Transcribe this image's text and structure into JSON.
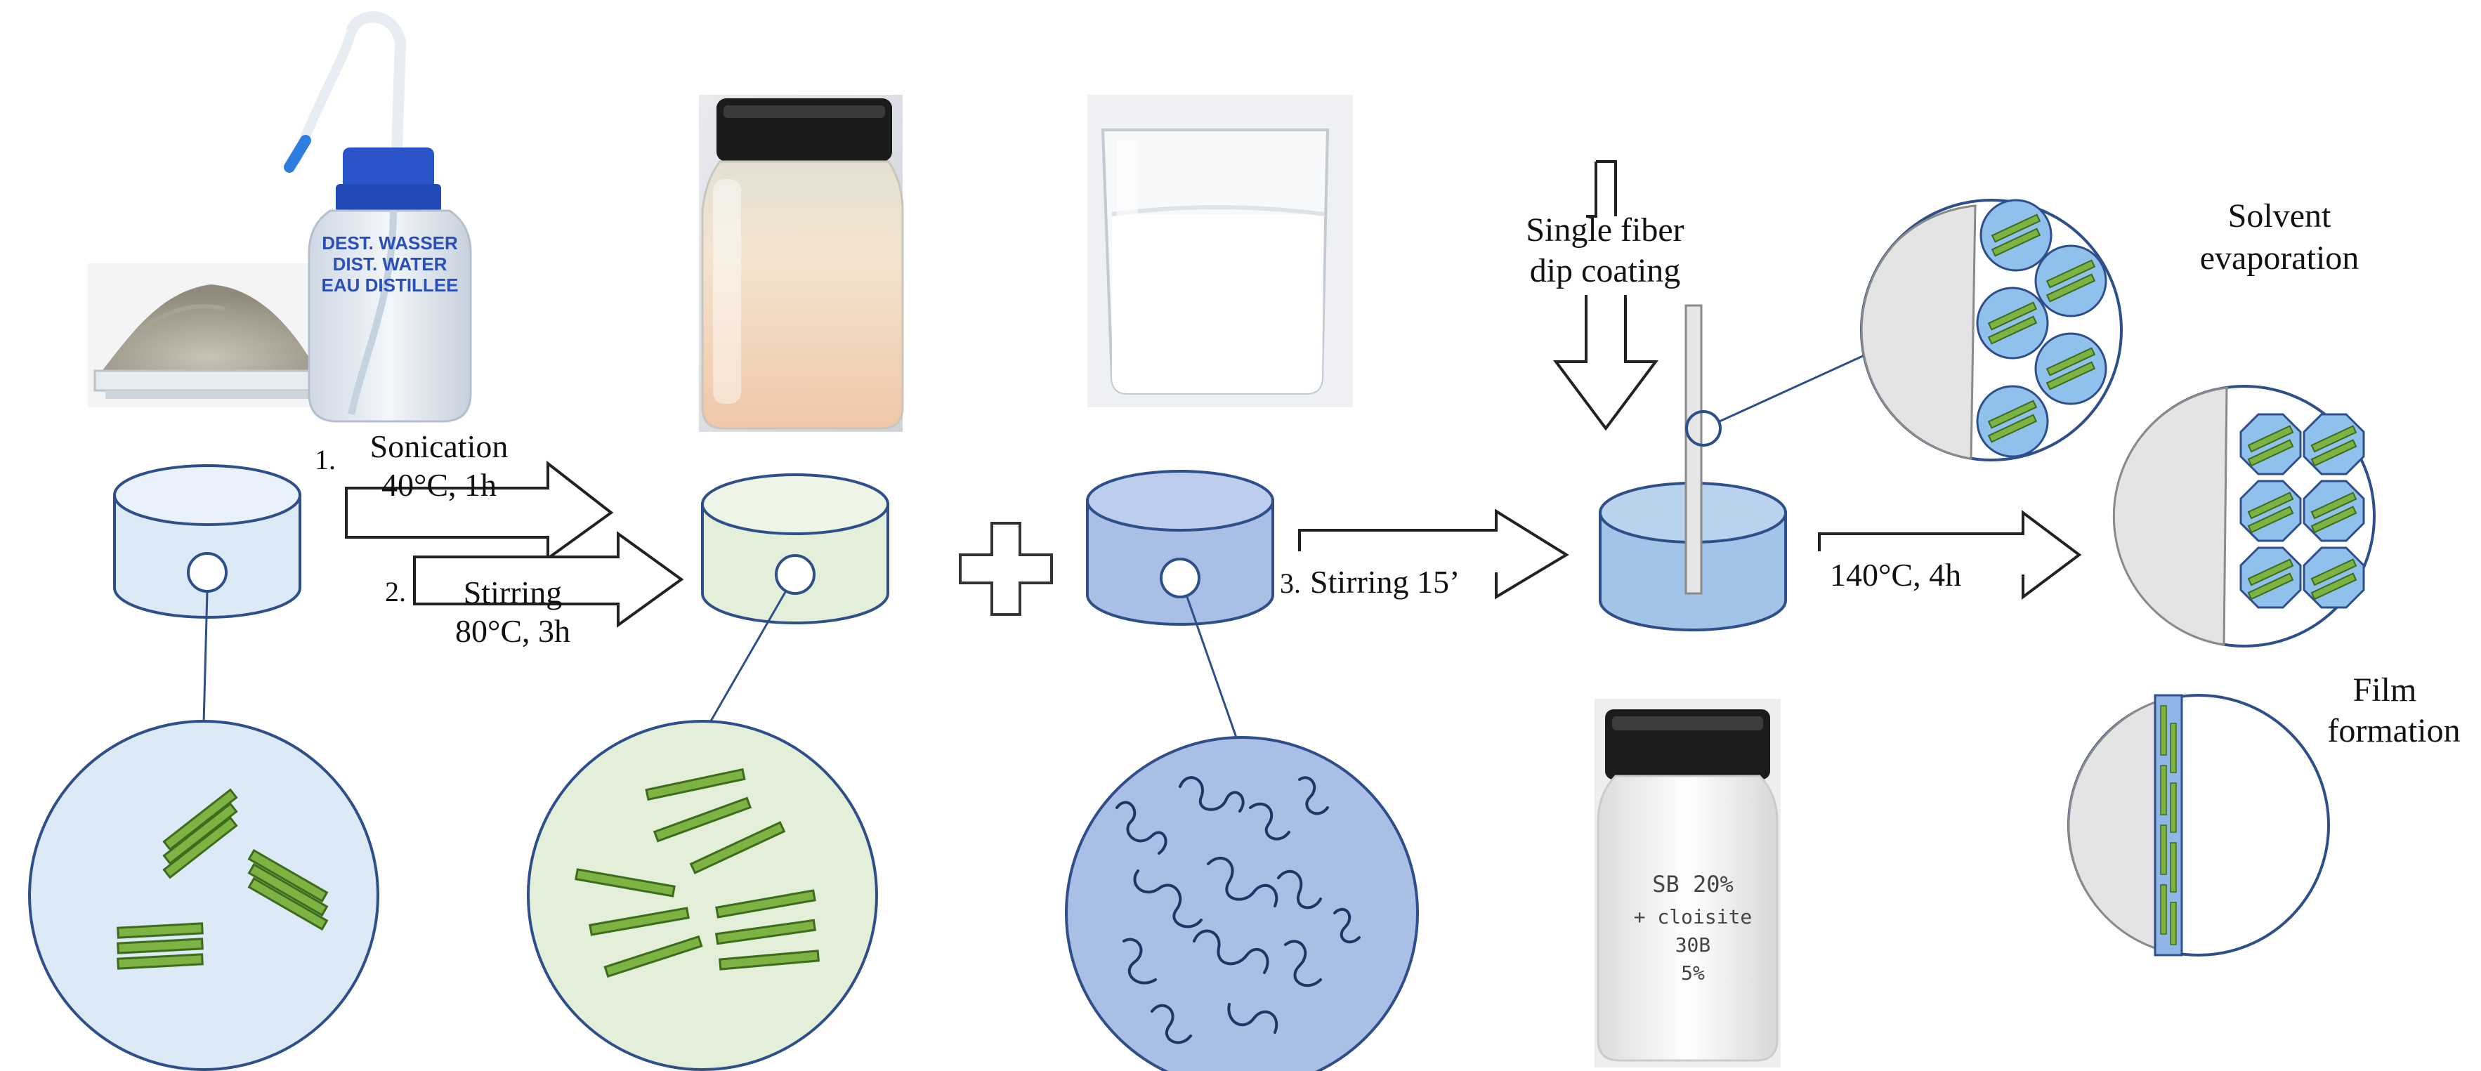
{
  "steps": {
    "step1_number": "1.",
    "step1_name": "Sonication",
    "step1_conditions": "40°C, 1h",
    "step2_number": "2.",
    "step2_name": "Stirring",
    "step2_conditions": "80°C, 3h",
    "step3_number": "3.",
    "step3_label": "Stirring 15’",
    "coating_line1": "Single fiber",
    "coating_line2": "dip coating",
    "curing_label": "140°C, 4h",
    "evaporation_line1": "Solvent",
    "evaporation_line2": "evaporation",
    "film_line1": "Film",
    "film_line2": "formation"
  },
  "photo_text": {
    "wash_bottle_line1": "DEST. WASSER",
    "wash_bottle_line2": "DIST. WATER",
    "wash_bottle_line3": "EAU DISTILLEE",
    "jar_handwriting_line1": "SB 20%",
    "jar_handwriting_line2": "+ cloisite",
    "jar_handwriting_line3": "30B",
    "jar_handwriting_line4": "5%"
  },
  "colors": {
    "clay_beaker": "#dce9f6",
    "dispersion_beaker": "#e3efd9",
    "polymer_beaker": "#a9bfe6",
    "coating_bath": "#a2c4e8",
    "platelet": "#7cb342",
    "polymer_chain": "#1f3566",
    "particle": "#90c0ec",
    "fiber": "#e6e6e6",
    "outline": "#2f4f8a"
  }
}
